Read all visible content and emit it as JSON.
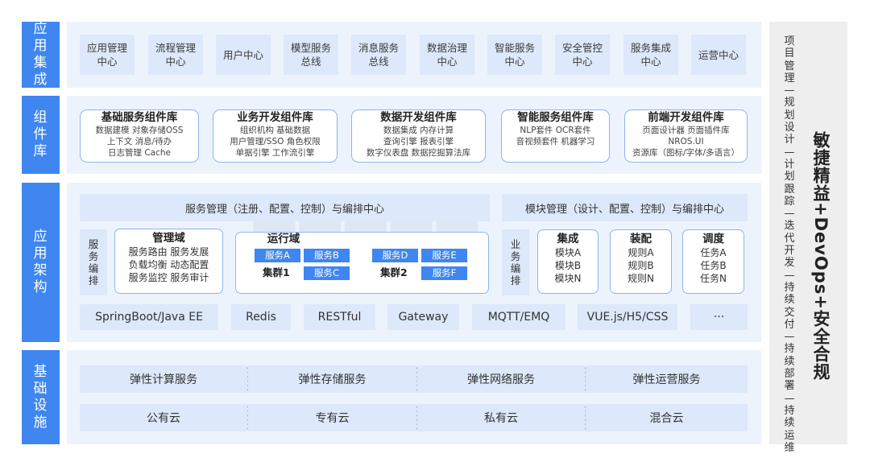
{
  "layers": {
    "app_integration": "应用集成",
    "component_library": "组件库",
    "app_architecture": "应用架构",
    "infrastructure": "基础设施"
  },
  "app_integration": {
    "items": [
      "应用管理中心",
      "流程管理中心",
      "用户中心",
      "模型服务总线",
      "消息服务总线",
      "数据治理中心",
      "智能服务中心",
      "安全管控中心",
      "服务集成中心",
      "运营中心"
    ]
  },
  "component_library": {
    "libs": [
      {
        "title": "基础服务组件库",
        "lines": [
          "数据建模  对象存储OSS",
          "上下文  消息/待办",
          "日志管理  Cache"
        ]
      },
      {
        "title": "业务开发组件库",
        "lines": [
          "组织机构  基础数据",
          "用户管理/SSO  角色权限",
          "单据引擎  工作流引擎"
        ]
      },
      {
        "title": "数据开发组件库",
        "lines": [
          "数据集成  内存计算",
          "查询引擎  报表引擎",
          "数字仪表盘  数据挖掘算法库"
        ]
      },
      {
        "title": "智能服务组件库",
        "lines": [
          "NLP套件  OCR套件",
          "音视频套件  机器学习"
        ]
      },
      {
        "title": "前端开发组件库",
        "lines": [
          "页面设计器  页面插件库",
          "NROS.UI",
          "资源库（图标/字体/多语言）"
        ]
      }
    ]
  },
  "app_architecture": {
    "service_center": "服务管理（注册、配置、控制）与编排中心",
    "module_center": "模块管理（设计、配置、控制）与编排中心",
    "service_orchestration": "服务编排",
    "business_orchestration": "业务编排",
    "management_domain": {
      "title": "管理域",
      "lines": [
        "服务路由  服务发展",
        "负载均衡  动态配置",
        "服务监控  服务审计"
      ]
    },
    "runtime_domain": {
      "title": "运行域",
      "cluster1": {
        "label": "集群1",
        "services": [
          "服务A",
          "服务B",
          "服务C"
        ]
      },
      "cluster2": {
        "label": "集群2",
        "services": [
          "服务D",
          "服务E",
          "服务F"
        ]
      }
    },
    "integration": {
      "title": "集成",
      "items": [
        "模块A",
        "模块B",
        "模块N"
      ]
    },
    "assembly": {
      "title": "装配",
      "items": [
        "规则A",
        "规则B",
        "规则N"
      ]
    },
    "scheduling": {
      "title": "调度",
      "items": [
        "任务A",
        "任务B",
        "任务N"
      ]
    },
    "tech_stack": [
      "SpringBoot/Java EE",
      "Redis",
      "RESTful",
      "Gateway",
      "MQTT/EMQ",
      "VUE.js/H5/CSS",
      "···"
    ]
  },
  "infrastructure": {
    "row1": [
      "弹性计算服务",
      "弹性存储服务",
      "弹性网络服务",
      "弹性运营服务"
    ],
    "row2": [
      "公有云",
      "专有云",
      "私有云",
      "混合云"
    ]
  },
  "side": {
    "lifecycle": "项目管理—规划设计—计划跟踪—迭代开发—持续交付—持续部署—持续运维",
    "title": "敏捷精益+DevOps+安全合规"
  },
  "colors": {
    "accent": "#3f86f0",
    "light_bg": "#edf3fd",
    "box_bg": "#dde8fa",
    "border": "#8db5f2"
  }
}
